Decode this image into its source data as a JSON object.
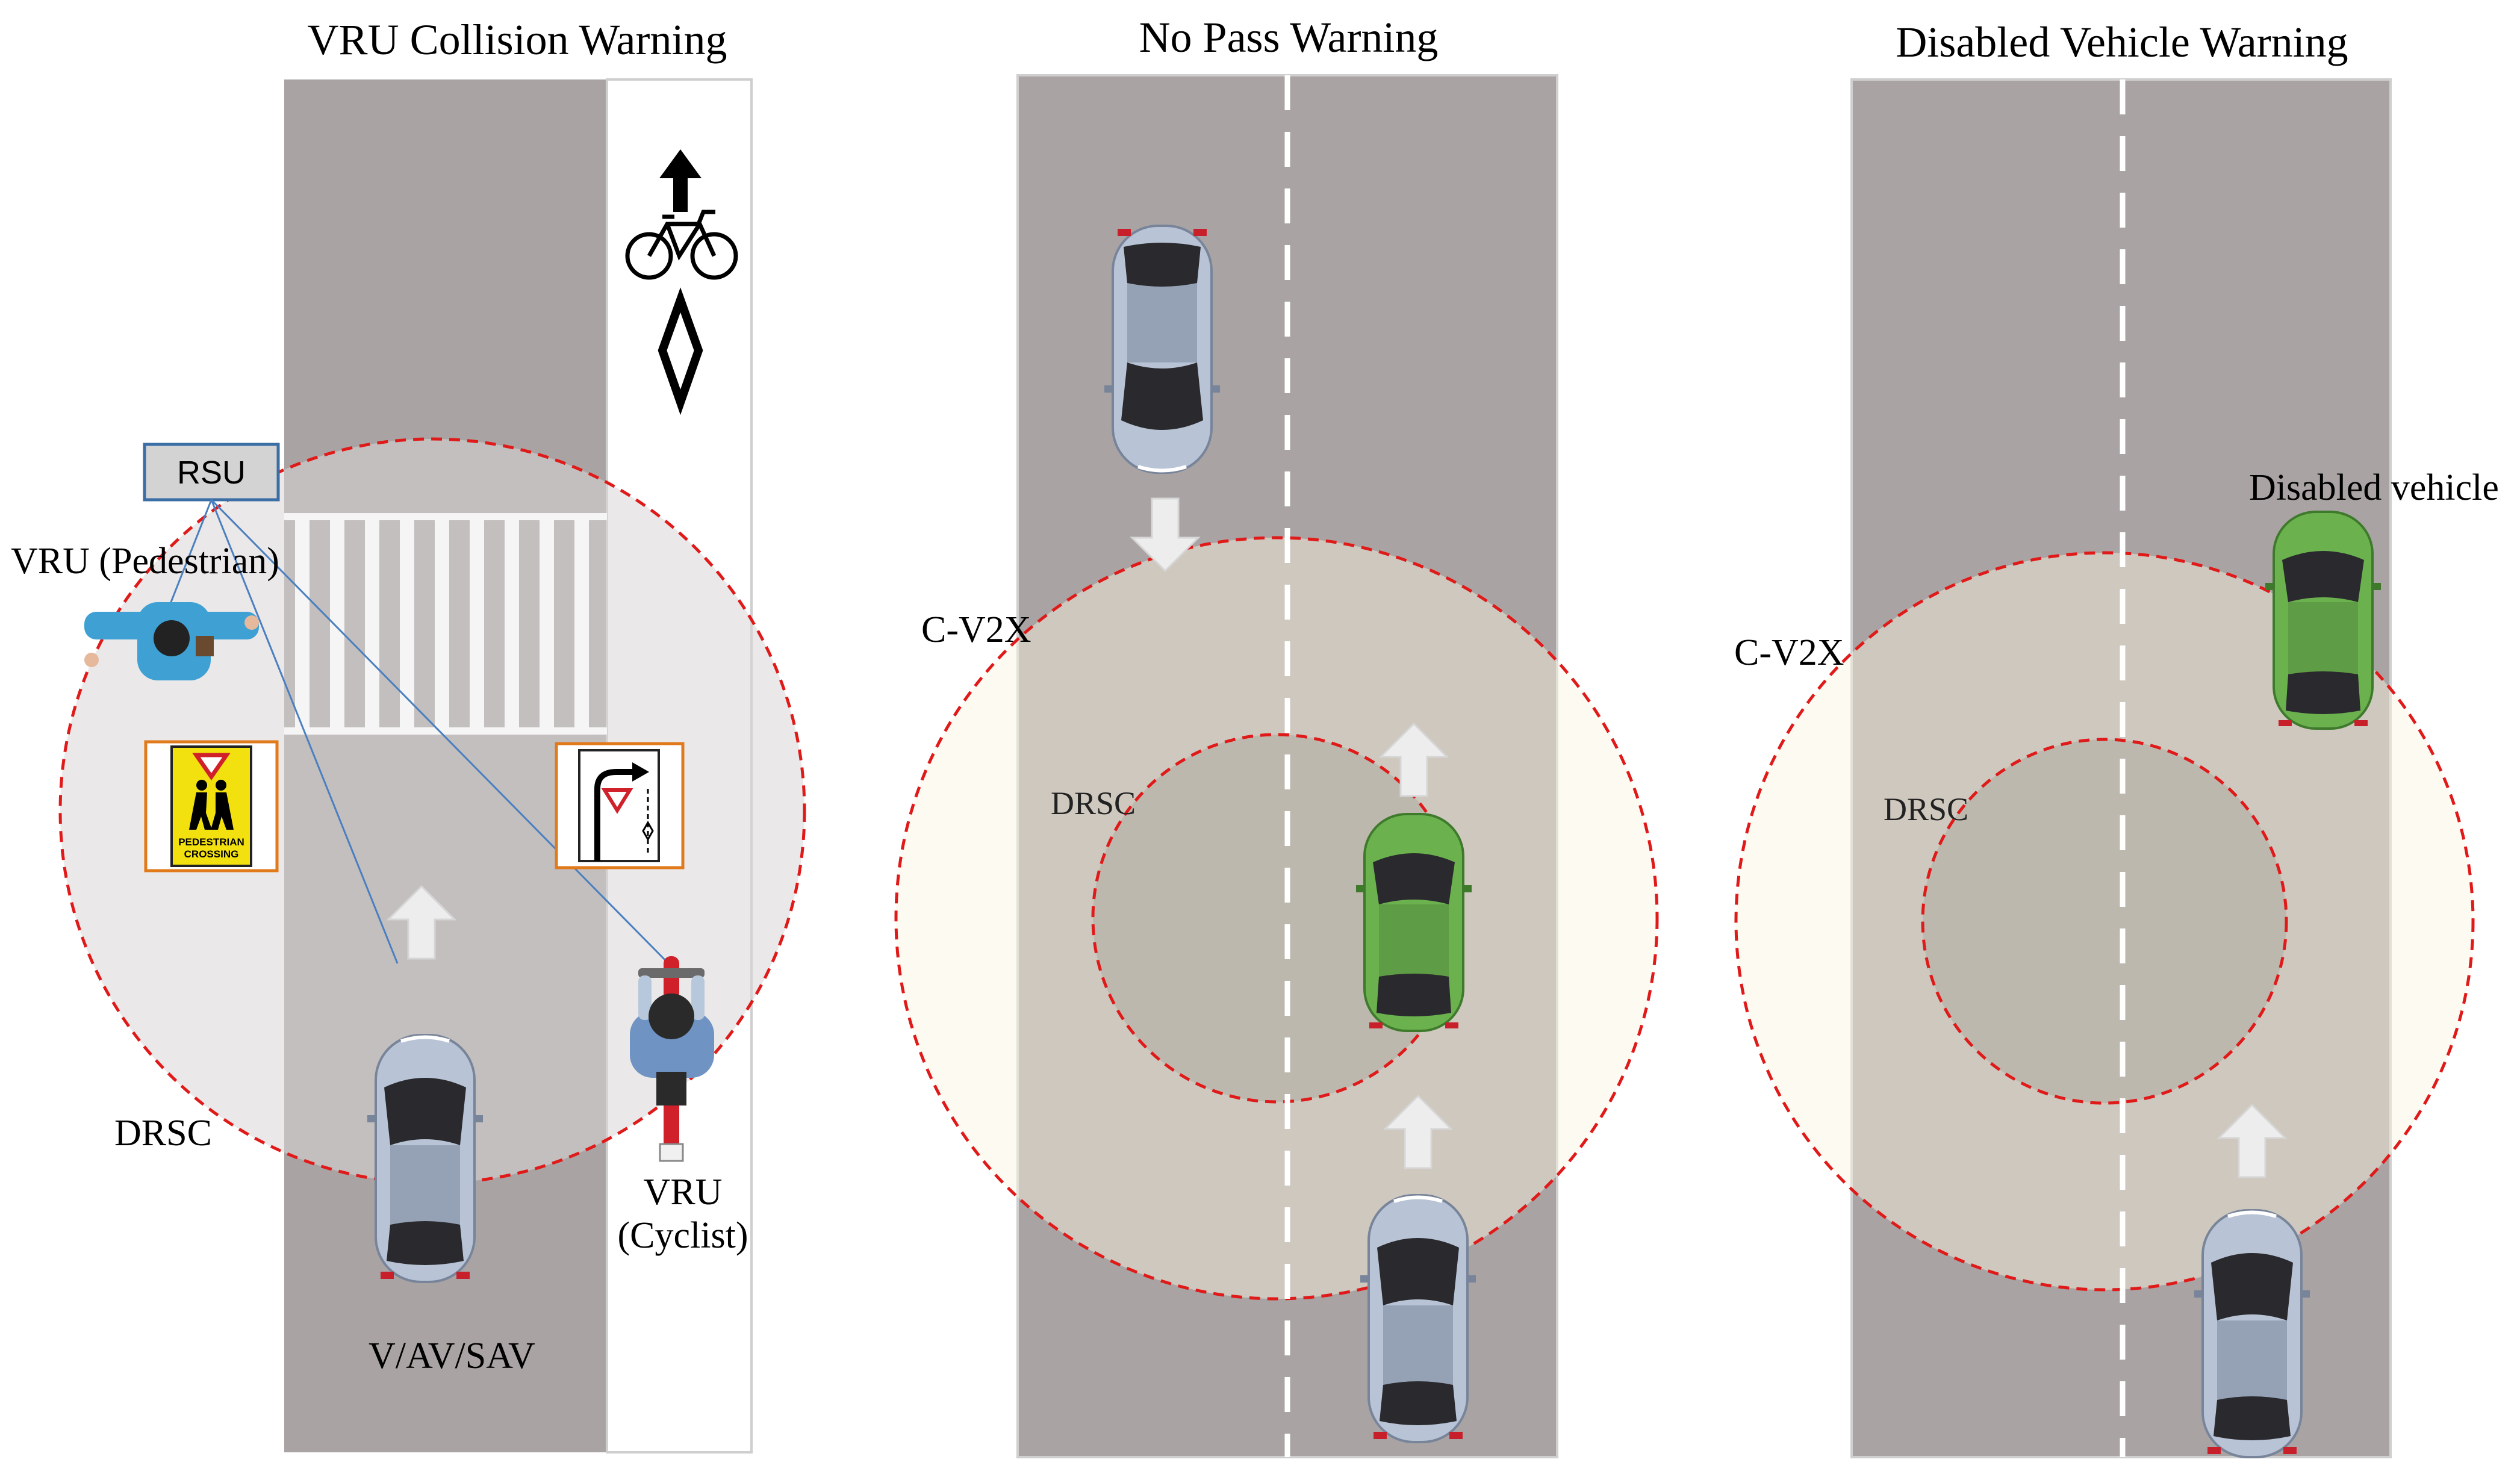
{
  "panels": {
    "vru": {
      "title": "VRU Collision Warning",
      "rsu_label": "RSU",
      "pedestrian_label": "VRU (Pedestrian)",
      "range_label": "DRSC",
      "vehicle_label": "V/AV/SAV",
      "cyclist_label_line1": "VRU",
      "cyclist_label_line2": "(Cyclist)",
      "sign_text_1": "PEDESTRIAN",
      "sign_text_2": "CROSSING"
    },
    "no_pass": {
      "title": "No Pass Warning",
      "outer_range_label": "C-V2X",
      "inner_range_label": "DRSC"
    },
    "disabled": {
      "title": "Disabled Vehicle Warning",
      "vehicle_label": "Disabled vehicle",
      "outer_range_label": "C-V2X",
      "inner_range_label": "DRSC"
    }
  },
  "colors": {
    "road": "#a9a4a3",
    "shoulder": "#e4e1e1",
    "range_circle": "#e01919",
    "cv2x_area": "#fbf4df",
    "silver_car": "#b8c4d6",
    "green_car": "#6bb24f",
    "arrow": "#ededed",
    "sign_border": "#e07a1a",
    "sign_yellow": "#f3e10f",
    "rsu_border": "#3a6ea5",
    "link_line": "#4a7fc0"
  },
  "icons": [
    "bicycle-lane-icon",
    "up-arrow-icon",
    "diamond-icon",
    "yield-pedestrian-sign-icon",
    "yield-turn-sign-icon",
    "pedestrian-icon",
    "cyclist-icon",
    "car-icon"
  ]
}
